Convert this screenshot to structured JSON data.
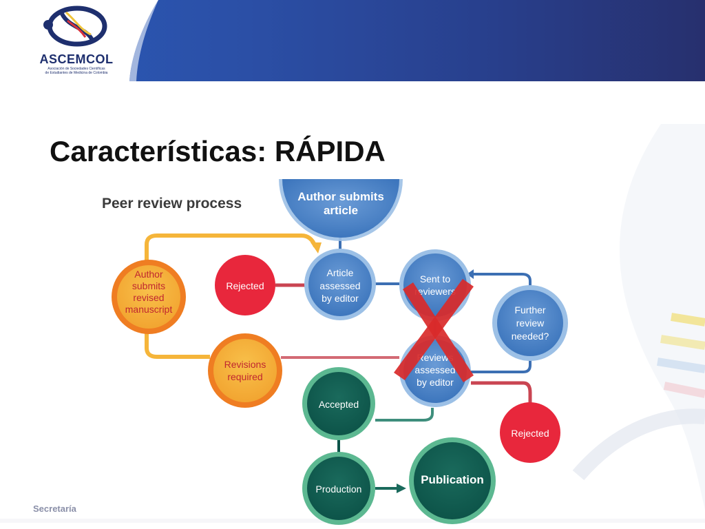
{
  "header": {
    "logo_name": "ASCEMCOL",
    "logo_subtitle_1": "Asociación de Sociedades Científicas",
    "logo_subtitle_2": "de Estudiantes de Medicina de Colombia"
  },
  "slide": {
    "title": "Características: RÁPIDA",
    "subtitle": "Peer review process",
    "footer": "Secretaría"
  },
  "colors": {
    "blue_node": "#4a83c6",
    "red_node": "#e8273c",
    "orange_node": "#f2a531",
    "green_node": "#0d5449",
    "cross": "#d92a2a"
  },
  "diagram": {
    "nodes": {
      "author_submits": [
        "Author submits",
        "article"
      ],
      "article_assessed": [
        "Article",
        "assessed",
        "by editor"
      ],
      "rejected_1": [
        "Rejected"
      ],
      "author_revised": [
        "Author",
        "submits",
        "revised",
        "manuscript"
      ],
      "sent_reviewers": [
        "Sent to",
        "reviewers"
      ],
      "further_review": [
        "Further",
        "review",
        "needed?"
      ],
      "reviews_assessed": [
        "Reviews",
        "assessed",
        "by editor"
      ],
      "revisions_required": [
        "Revisions",
        "required"
      ],
      "rejected_2": [
        "Rejected"
      ],
      "accepted": [
        "Accepted"
      ],
      "production": [
        "Production"
      ],
      "publication": [
        "Publication"
      ]
    }
  }
}
